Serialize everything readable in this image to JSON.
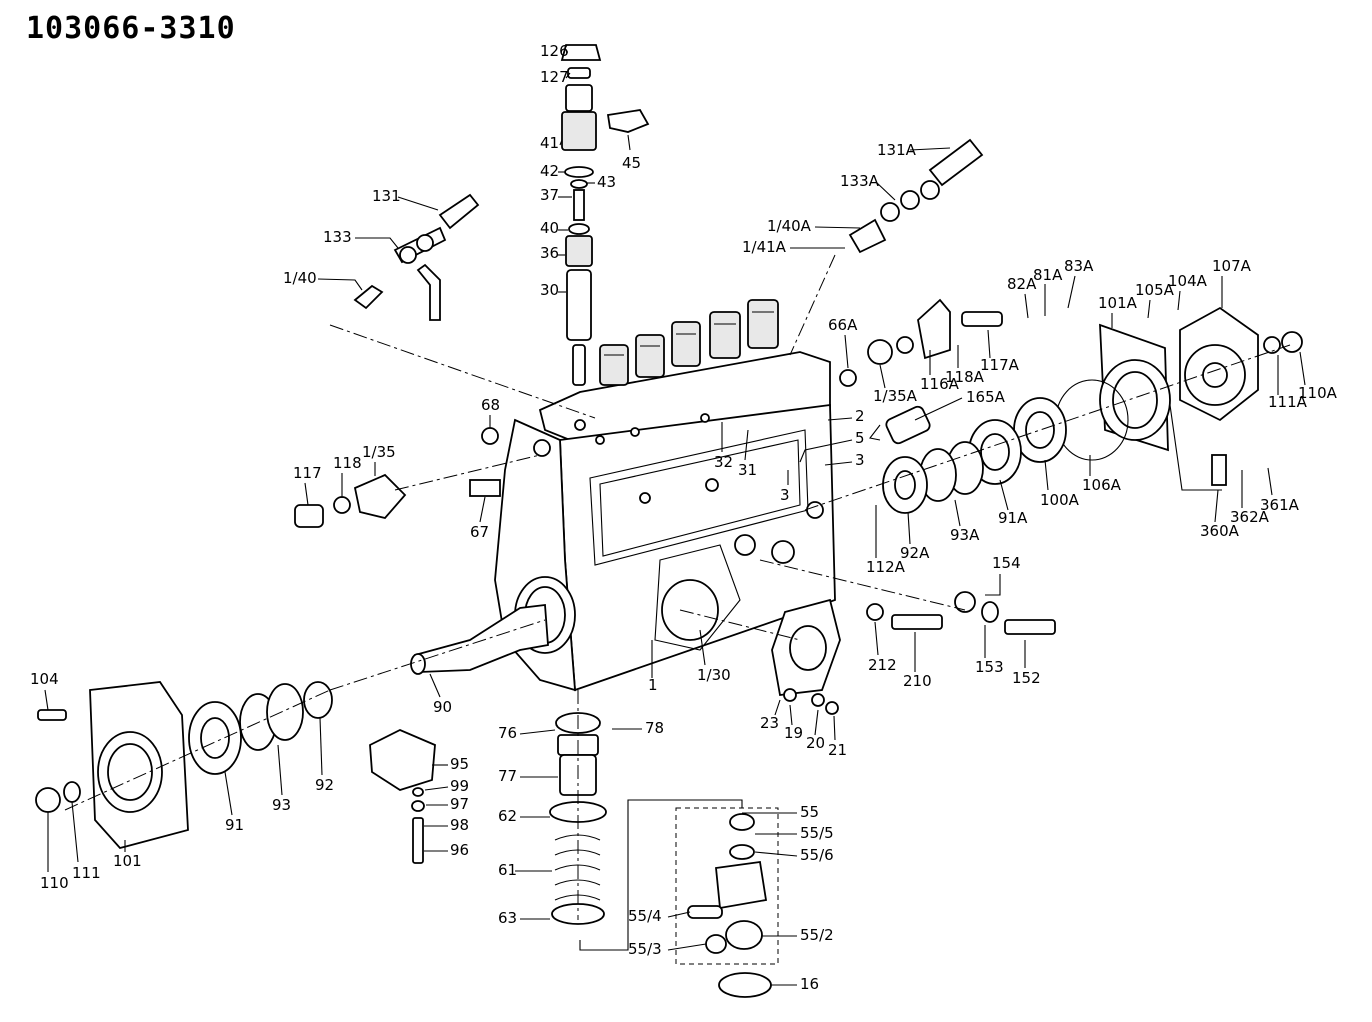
{
  "title": "103066-3310",
  "callouts": [
    "126",
    "127",
    "41",
    "45",
    "42",
    "43",
    "37",
    "40",
    "36",
    "30",
    "131",
    "133",
    "1/40",
    "131A",
    "133A",
    "1/40A",
    "1/41A",
    "82A",
    "81A",
    "83A",
    "105A",
    "104A",
    "107A",
    "101A",
    "111A",
    "110A",
    "66A",
    "1/35A",
    "116A",
    "118A",
    "117A",
    "165A",
    "68",
    "2",
    "5",
    "3",
    "3",
    "32",
    "31",
    "117",
    "118",
    "1/35",
    "67",
    "92A",
    "93A",
    "91A",
    "100A",
    "106A",
    "112A",
    "360A",
    "362A",
    "361A",
    "154",
    "153",
    "152",
    "212",
    "210",
    "104",
    "110",
    "111",
    "101",
    "91",
    "93",
    "92",
    "90",
    "1/30",
    "1",
    "23",
    "19",
    "20",
    "21",
    "76",
    "78",
    "77",
    "62",
    "61",
    "63",
    "95",
    "99",
    "97",
    "98",
    "96",
    "55",
    "55/5",
    "55/6",
    "55/4",
    "55/2",
    "55/3",
    "16"
  ]
}
